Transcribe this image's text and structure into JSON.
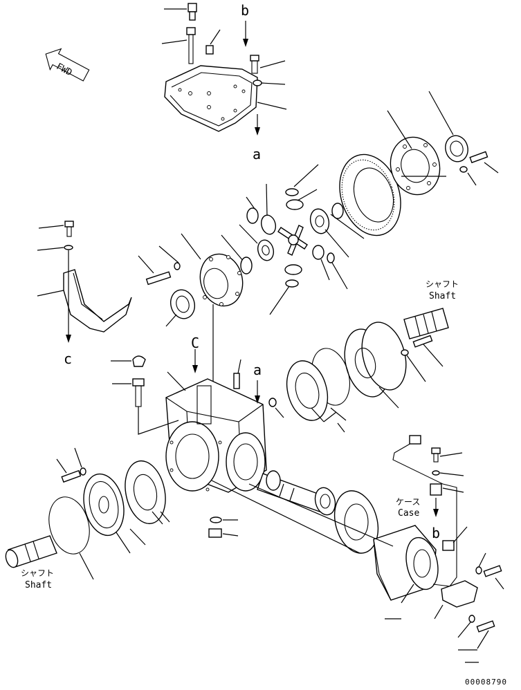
{
  "labels": {
    "fwd": "FWD",
    "ref_a": "a",
    "ref_b": "b",
    "ref_c": "C",
    "ref_c_lower": "c",
    "shaft_top_jp": "シャフト",
    "shaft_top_en": "Shaft",
    "shaft_left_jp": "シャフト",
    "shaft_left_en": "Shaft",
    "case_jp": "ケース",
    "case_en": "Case",
    "drawing_number": "00008790"
  }
}
